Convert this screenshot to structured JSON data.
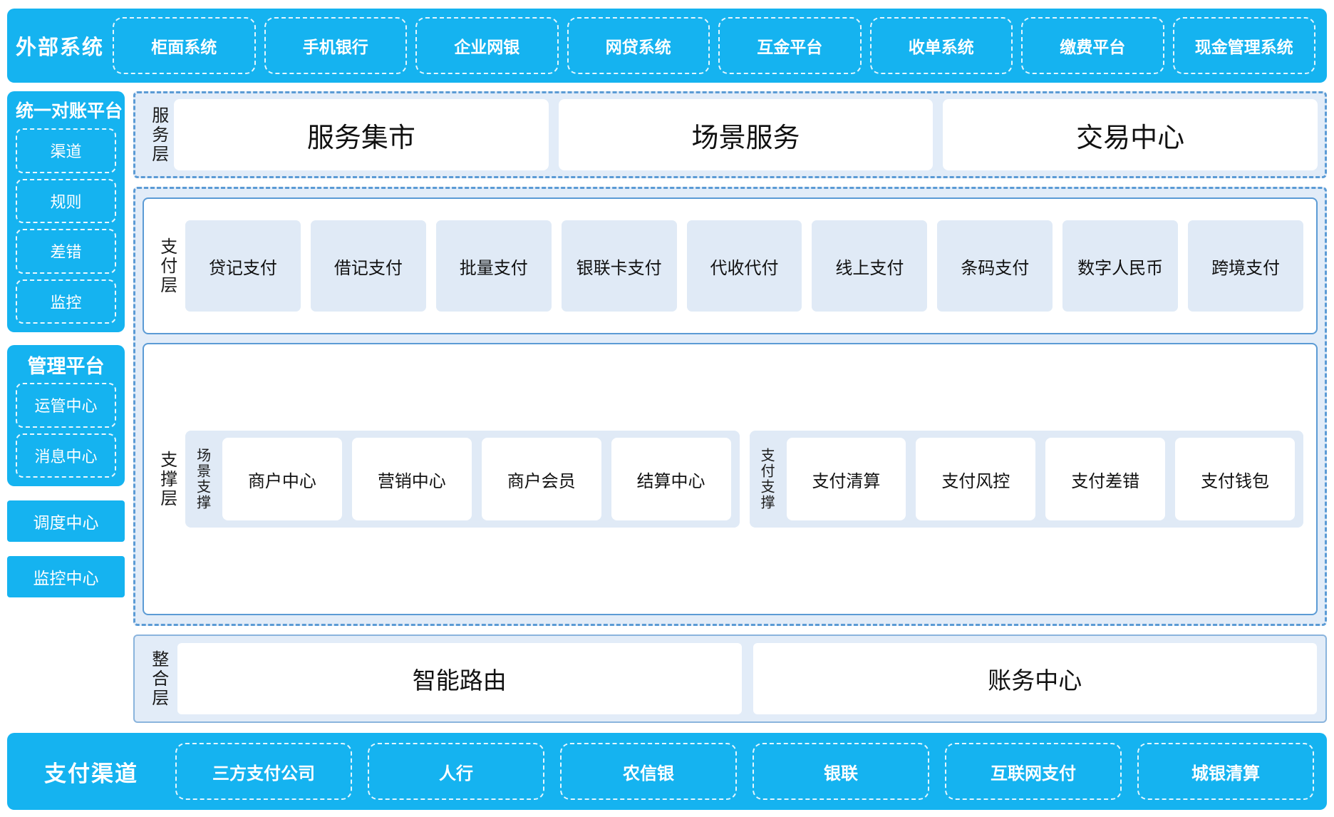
{
  "external_systems": {
    "title": "外部系统",
    "items": [
      "柜面系统",
      "手机银行",
      "企业网银",
      "网贷系统",
      "互金平台",
      "收单系统",
      "缴费平台",
      "现金管理系统"
    ]
  },
  "rail": {
    "reconciliation": {
      "title": "统一对账平台",
      "items": [
        "渠道",
        "规则",
        "差错",
        "监控"
      ]
    },
    "management": {
      "title": "管理平台",
      "items": [
        "运管中心",
        "消息中心"
      ]
    },
    "standalone": [
      "调度中心",
      "监控中心"
    ]
  },
  "service_layer": {
    "label": "服务层",
    "cards": [
      "服务集市",
      "场景服务",
      "交易中心"
    ]
  },
  "payment_layer": {
    "label": "支付层",
    "cards": [
      "贷记支付",
      "借记支付",
      "批量支付",
      "银联卡支付",
      "代收代付",
      "线上支付",
      "条码支付",
      "数字人民币",
      "跨境支付"
    ]
  },
  "support_layer": {
    "label": "支撑层",
    "groups": [
      {
        "label": "场景支撑",
        "cards": [
          "商户中心",
          "营销中心",
          "商户会员",
          "结算中心"
        ]
      },
      {
        "label": "支付支撑",
        "cards": [
          "支付清算",
          "支付风控",
          "支付差错",
          "支付钱包"
        ]
      }
    ]
  },
  "integration_layer": {
    "label": "整合层",
    "cards": [
      "智能路由",
      "账务中心"
    ]
  },
  "payment_channels": {
    "title": "支付渠道",
    "items": [
      "三方支付公司",
      "人行",
      "农信银",
      "银联",
      "互联网支付",
      "城银清算"
    ]
  },
  "colors": {
    "brand_blue": "#15b3f0",
    "panel_blue": "#e2ecf8",
    "card_blue": "#e0eaf6",
    "border_blue": "#5b9bd5"
  }
}
